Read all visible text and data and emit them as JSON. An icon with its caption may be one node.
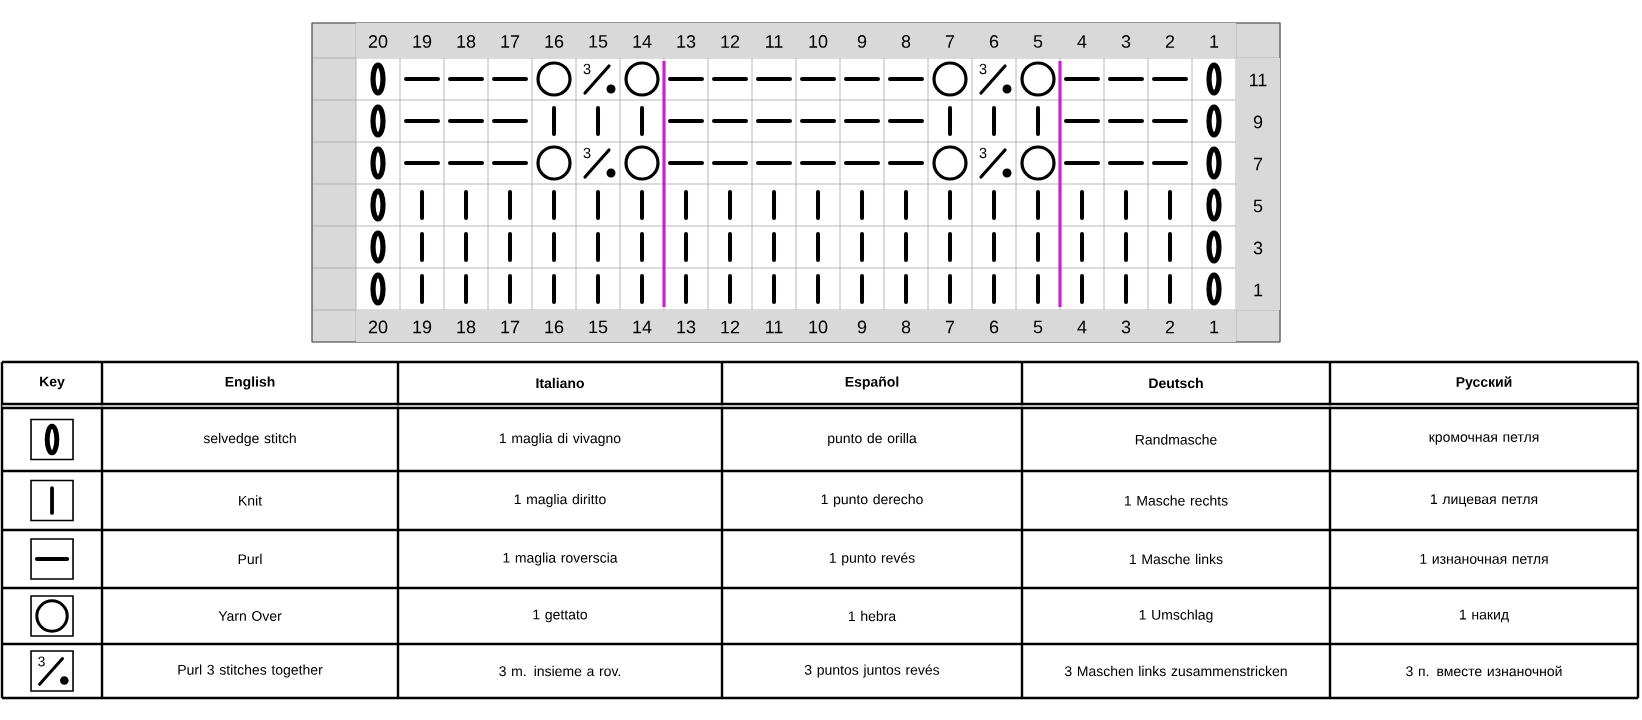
{
  "diagram": {
    "labels": [
      "20",
      "19",
      "18",
      "17",
      "16",
      "15",
      "14",
      "13",
      "12",
      "11",
      "10",
      "9",
      "8",
      "7",
      "6",
      "5",
      "4",
      "3",
      "2",
      "1",
      "3",
      "3",
      "11",
      "9",
      "3",
      "3",
      "7",
      "5",
      "3",
      "1",
      "20",
      "19",
      "18",
      "17",
      "16",
      "15",
      "14",
      "13",
      "12",
      "11",
      "10",
      "9",
      "8",
      "7",
      "6",
      "5",
      "4",
      "3",
      "2",
      "1",
      "Key",
      "English",
      "Italiano",
      "Español",
      "Deutsch",
      "Русский",
      "selvedge stitch",
      "1 maglia di vivagno",
      "punto de orilla",
      "Randmasche",
      "кромочная петля",
      "Knit",
      "1 maglia diritto",
      "1 punto derecho",
      "1 Masche rechts",
      "1 лицевая петля",
      "Purl",
      "1 maglia roverscia",
      "1 punto revés",
      "1 Masche links",
      "1 изнаночная петля",
      "Yarn Over",
      "1 gettato",
      "1 hebra",
      "1 Umschlag",
      "1 накид",
      "3",
      "Purl 3 stitches together",
      "3 m. insieme a rov.",
      "3 puntos juntos revés",
      "3 Maschen links zusammenstricken",
      "3 п. вместе изнаночной"
    ]
  }
}
